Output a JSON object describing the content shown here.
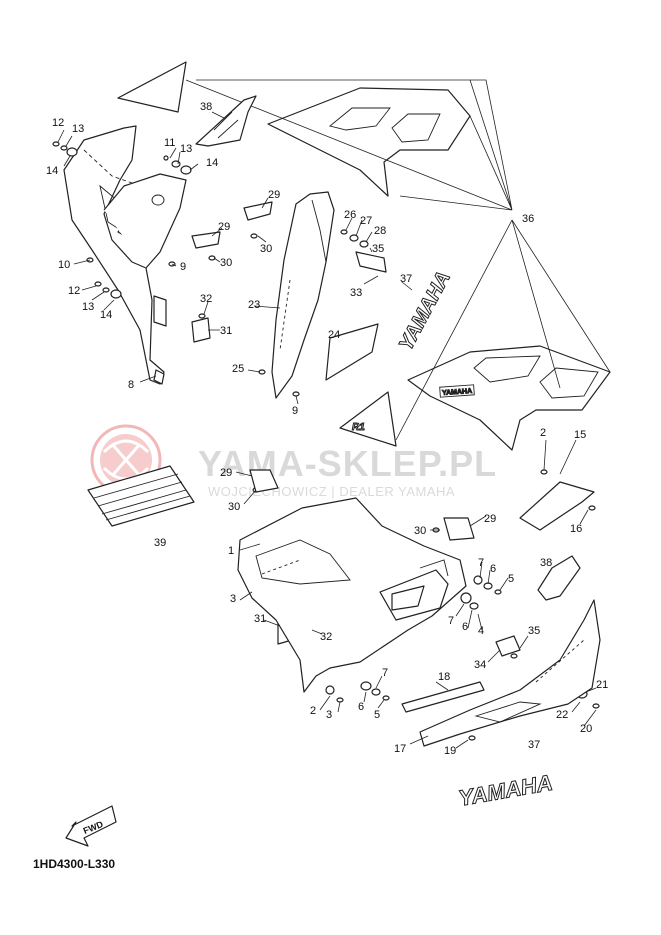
{
  "diagram_code": "1HD4300-L330",
  "watermark": {
    "title": "YAMA-SKLEP.PL",
    "subtitle": "WOJCIECHOWICZ | DEALER YAMAHA",
    "color": "#d9d9d9",
    "logo_color": "#f2b8b8"
  },
  "decal_texts": {
    "yamaha_upper": "YAMAHA",
    "yamaha_lower": "YAMAHA",
    "yamaha_small": "YAMAHA",
    "r1_mark": "R1"
  },
  "fwd_label": "FWD",
  "callouts": [
    {
      "id": "c12a",
      "text": "12"
    },
    {
      "id": "c13a",
      "text": "13"
    },
    {
      "id": "c14a",
      "text": "14"
    },
    {
      "id": "c11",
      "text": "11"
    },
    {
      "id": "c13b",
      "text": "13"
    },
    {
      "id": "c14b",
      "text": "14"
    },
    {
      "id": "c38a",
      "text": "38"
    },
    {
      "id": "c29a",
      "text": "29"
    },
    {
      "id": "c29b",
      "text": "29"
    },
    {
      "id": "c30a",
      "text": "30"
    },
    {
      "id": "c30b",
      "text": "30"
    },
    {
      "id": "c9a",
      "text": "9"
    },
    {
      "id": "c10",
      "text": "10"
    },
    {
      "id": "c12b",
      "text": "12"
    },
    {
      "id": "c13c",
      "text": "13"
    },
    {
      "id": "c14c",
      "text": "14"
    },
    {
      "id": "c32a",
      "text": "32"
    },
    {
      "id": "c31a",
      "text": "31"
    },
    {
      "id": "c8",
      "text": "8"
    },
    {
      "id": "c23",
      "text": "23"
    },
    {
      "id": "c25",
      "text": "25"
    },
    {
      "id": "c9b",
      "text": "9"
    },
    {
      "id": "c24",
      "text": "24"
    },
    {
      "id": "c26",
      "text": "26"
    },
    {
      "id": "c27",
      "text": "27"
    },
    {
      "id": "c28",
      "text": "28"
    },
    {
      "id": "c35a",
      "text": "35"
    },
    {
      "id": "c33",
      "text": "33"
    },
    {
      "id": "c37a",
      "text": "37"
    },
    {
      "id": "c36",
      "text": "36"
    },
    {
      "id": "c39",
      "text": "39"
    },
    {
      "id": "c29c",
      "text": "29"
    },
    {
      "id": "c30c",
      "text": "30"
    },
    {
      "id": "c1",
      "text": "1"
    },
    {
      "id": "c30d",
      "text": "30"
    },
    {
      "id": "c29d",
      "text": "29"
    },
    {
      "id": "c2a",
      "text": "2"
    },
    {
      "id": "c15",
      "text": "15"
    },
    {
      "id": "c16",
      "text": "16"
    },
    {
      "id": "c38b",
      "text": "38"
    },
    {
      "id": "c7a",
      "text": "7"
    },
    {
      "id": "c6a",
      "text": "6"
    },
    {
      "id": "c5a",
      "text": "5"
    },
    {
      "id": "c7b",
      "text": "7"
    },
    {
      "id": "c6b",
      "text": "6"
    },
    {
      "id": "c4",
      "text": "4"
    },
    {
      "id": "c3a",
      "text": "3"
    },
    {
      "id": "c31b",
      "text": "31"
    },
    {
      "id": "c32b",
      "text": "32"
    },
    {
      "id": "c35b",
      "text": "35"
    },
    {
      "id": "c34",
      "text": "34"
    },
    {
      "id": "c18",
      "text": "18"
    },
    {
      "id": "c7c",
      "text": "7"
    },
    {
      "id": "c6c",
      "text": "6"
    },
    {
      "id": "c5b",
      "text": "5"
    },
    {
      "id": "c2b",
      "text": "2"
    },
    {
      "id": "c3b",
      "text": "3"
    },
    {
      "id": "c21",
      "text": "21"
    },
    {
      "id": "c22",
      "text": "22"
    },
    {
      "id": "c20",
      "text": "20"
    },
    {
      "id": "c17",
      "text": "17"
    },
    {
      "id": "c19",
      "text": "19"
    },
    {
      "id": "c37b",
      "text": "37"
    }
  ]
}
